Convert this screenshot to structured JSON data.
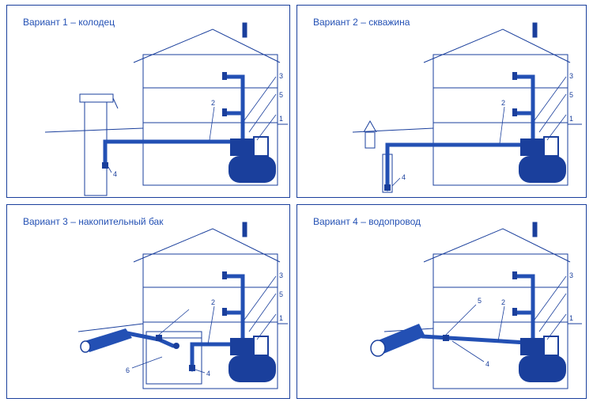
{
  "panels": [
    {
      "title": "Вариант 1 – колодец",
      "labels": [
        "1",
        "2",
        "3",
        "4",
        "5"
      ]
    },
    {
      "title": "Вариант 2 – скважина",
      "labels": [
        "1",
        "2",
        "3",
        "4",
        "5"
      ]
    },
    {
      "title": "Вариант 3 – накопительный бак",
      "labels": [
        "1",
        "2",
        "3",
        "4",
        "5",
        "6"
      ]
    },
    {
      "title": "Вариант 4 – водопровод",
      "labels": [
        "1",
        "2",
        "3",
        "4",
        "5"
      ]
    }
  ],
  "colors": {
    "line": "#1a3f9c",
    "pipe": "#2350b4",
    "text": "#2350b4"
  }
}
